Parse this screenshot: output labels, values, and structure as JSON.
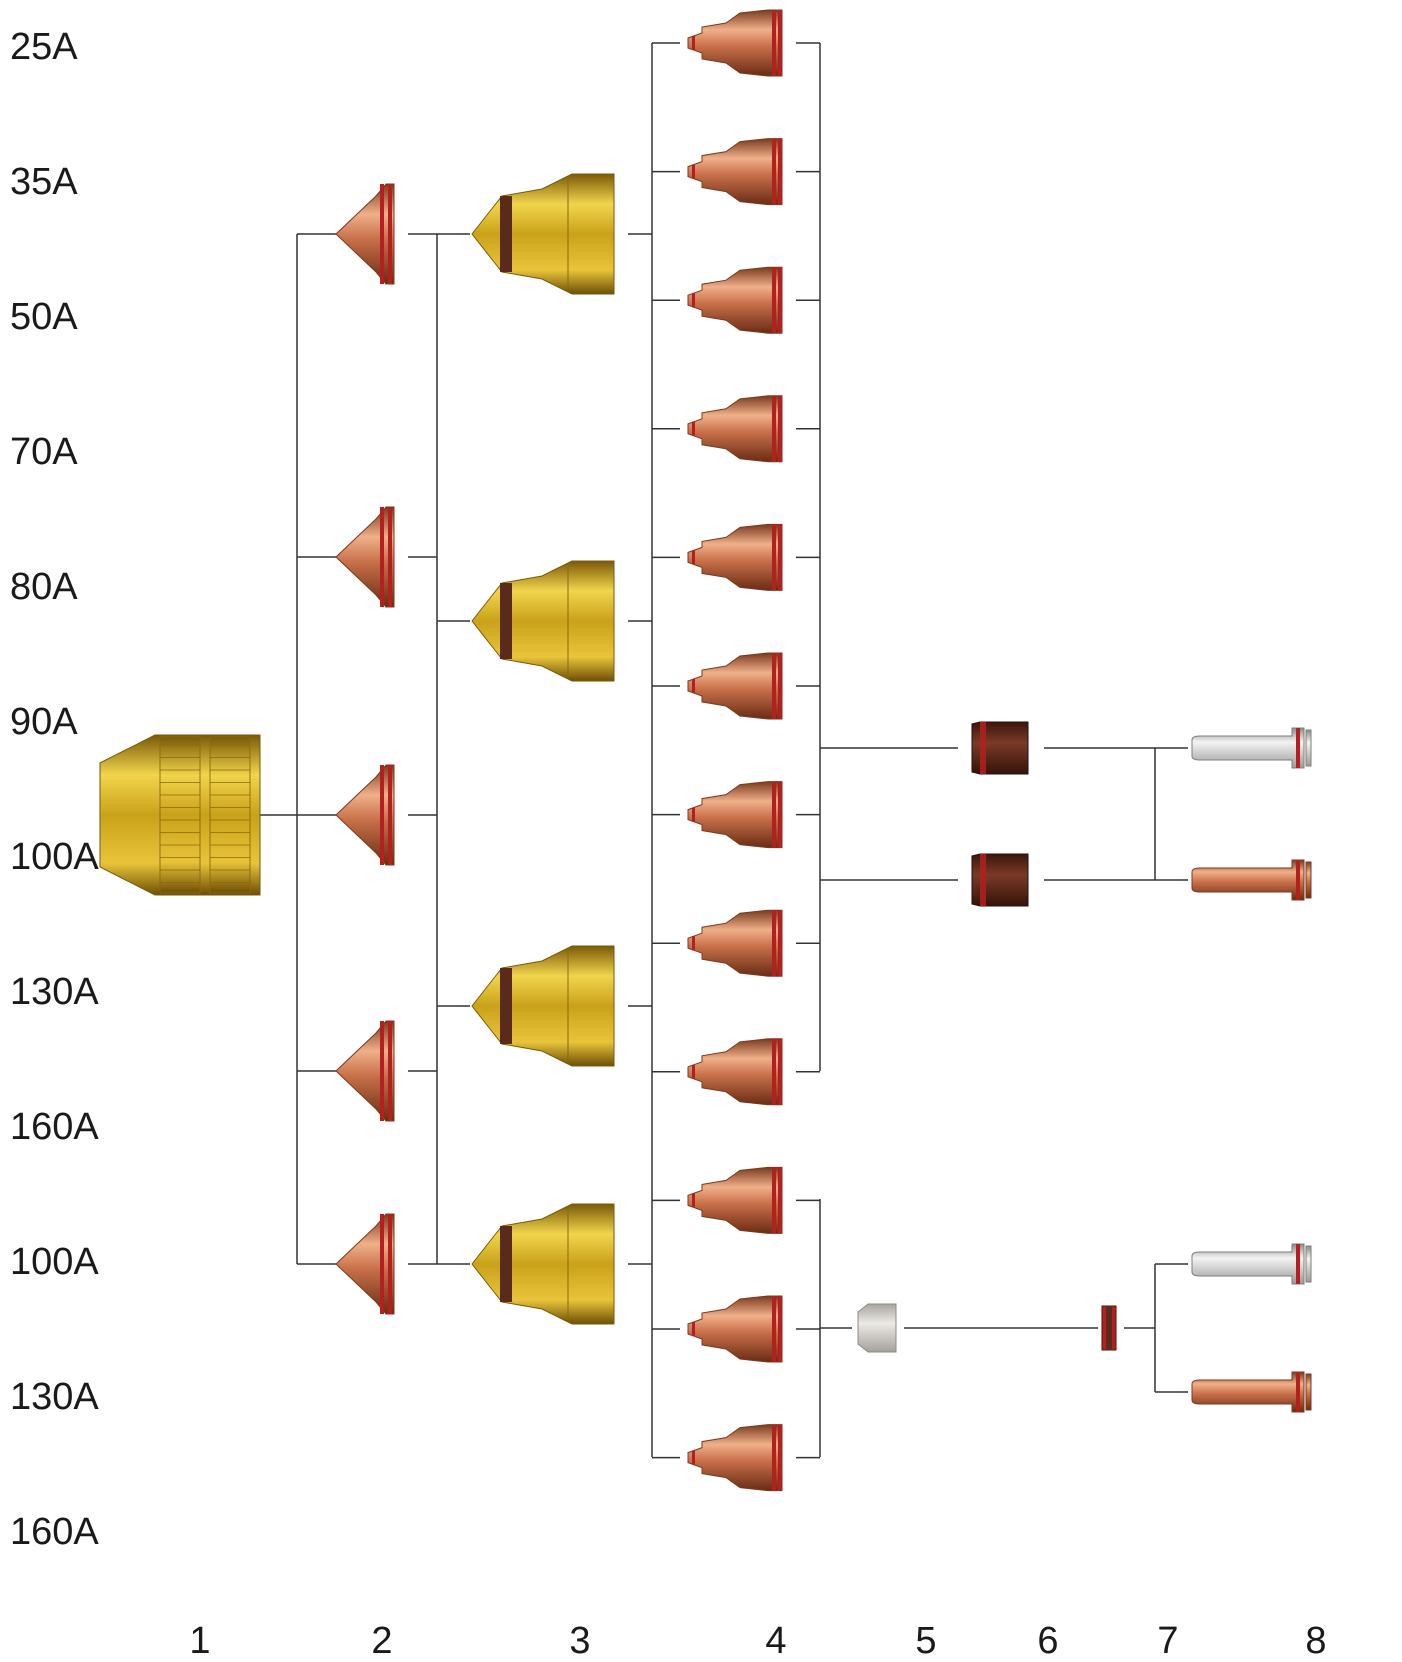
{
  "amperage_labels": [
    "25A",
    "35A",
    "50A",
    "70A",
    "80A",
    "90A",
    "100A",
    "130A",
    "160A",
    "100A",
    "130A",
    "160A"
  ],
  "column_labels": [
    "1",
    "2",
    "3",
    "4",
    "5",
    "6",
    "7",
    "8"
  ],
  "parts": {
    "1": "retaining-cap",
    "2": "shield",
    "3": "nozzle-retaining-cap",
    "4": "nozzle",
    "5": "swirl-ring-ceramic",
    "6": "swirl-ring",
    "7": "water-tube-o-ring",
    "8": "electrode"
  },
  "colors": {
    "line": "#333333",
    "brass": "#c9a21a",
    "copper": "#c8704a",
    "o_ring": "#b3201e",
    "swirl_brown": "#5a2a1c",
    "silver": "#cfcfcf",
    "ceramic": "#d9d6d2"
  }
}
